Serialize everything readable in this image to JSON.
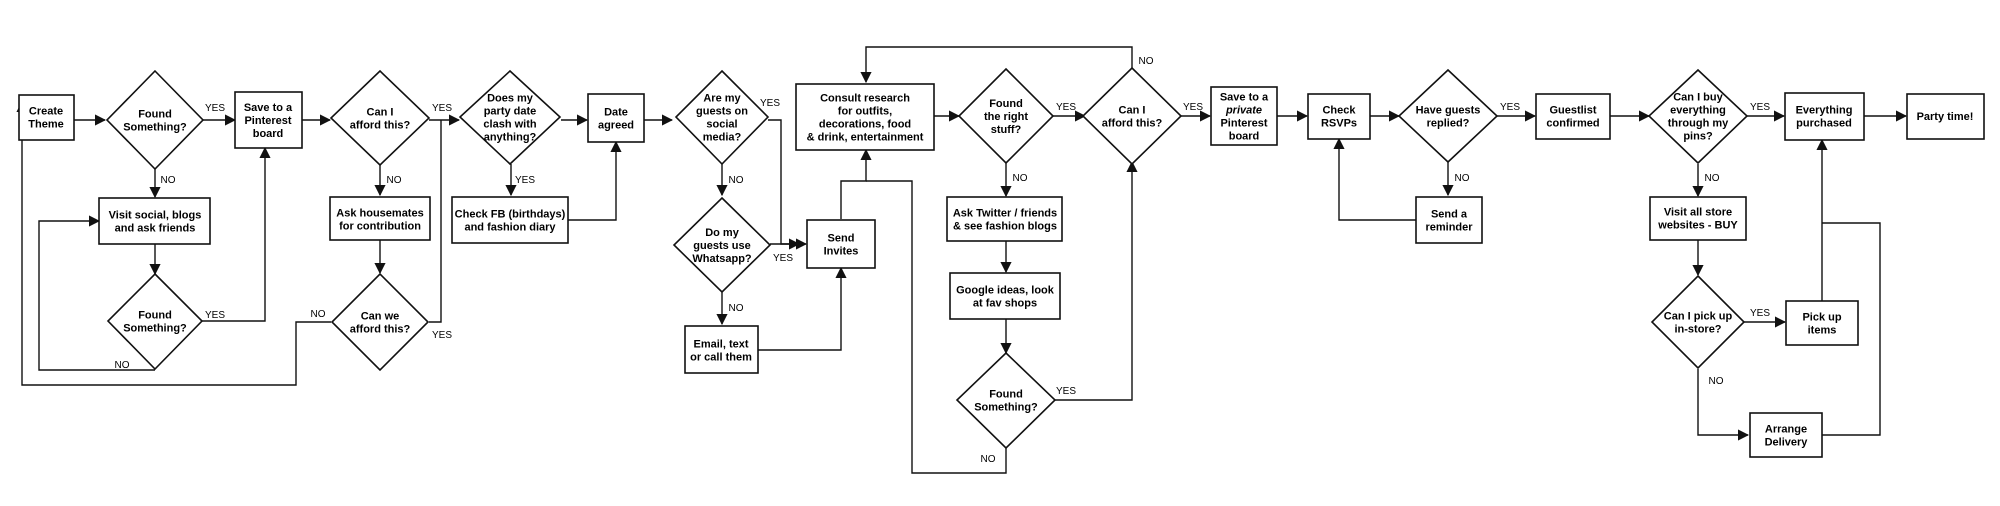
{
  "nodes": {
    "create_theme": [
      "Create",
      "Theme"
    ],
    "found1": [
      "Found",
      "Something?"
    ],
    "save_pinterest": [
      "Save to a",
      "Pinterest",
      "board"
    ],
    "visit_social": [
      "Visit social, blogs",
      "and ask friends"
    ],
    "found2": [
      "Found",
      "Something?"
    ],
    "afford1": [
      "Can I",
      "afford this?"
    ],
    "ask_housemates": [
      "Ask housemates",
      "for contribution"
    ],
    "can_we_afford": [
      "Can we",
      "afford this?"
    ],
    "party_clash": [
      "Does my",
      "party date",
      "clash with",
      "anything?"
    ],
    "check_fb": [
      "Check FB (birthdays)",
      "and fashion diary"
    ],
    "date_agreed": [
      "Date",
      "agreed"
    ],
    "guests_social": [
      "Are my",
      "guests on",
      "social",
      "media?"
    ],
    "guests_whatsapp": [
      "Do my",
      "guests use",
      "Whatsapp?"
    ],
    "email_text": [
      "Email, text",
      "or call them"
    ],
    "send_invites": [
      "Send",
      "Invites"
    ],
    "consult": [
      "Consult research",
      "for outfits,",
      "decorations, food",
      "& drink, entertainment"
    ],
    "found_right": [
      "Found",
      "the right",
      "stuff?"
    ],
    "ask_twitter": [
      "Ask Twitter / friends",
      "& see fashion blogs"
    ],
    "google": [
      "Google ideas, look",
      "at fav shops"
    ],
    "found3": [
      "Found",
      "Something?"
    ],
    "afford2": [
      "Can I",
      "afford this?"
    ],
    "save_private": [
      "Save to a",
      "private",
      "Pinterest",
      "board"
    ],
    "check_rsvps": [
      "Check",
      "RSVPs"
    ],
    "guests_replied": [
      "Have guests",
      "replied?"
    ],
    "send_reminder": [
      "Send a",
      "reminder"
    ],
    "guestlist": [
      "Guestlist",
      "confirmed"
    ],
    "buy_pins": [
      "Can I buy",
      "everything",
      "through my",
      "pins?"
    ],
    "visit_stores": [
      "Visit all store",
      "websites - BUY"
    ],
    "pick_instore": [
      "Can I pick up",
      "in-store?"
    ],
    "pick_items": [
      "Pick up",
      "items"
    ],
    "arrange_delivery": [
      "Arrange",
      "Delivery"
    ],
    "everything_purchased": [
      "Everything",
      "purchased"
    ],
    "party_time": [
      "Party time!"
    ]
  },
  "edges": {
    "yes": "YES",
    "no": "NO"
  },
  "colors": {
    "stroke": "#111111",
    "fill": "#ffffff",
    "text": "#000000"
  }
}
